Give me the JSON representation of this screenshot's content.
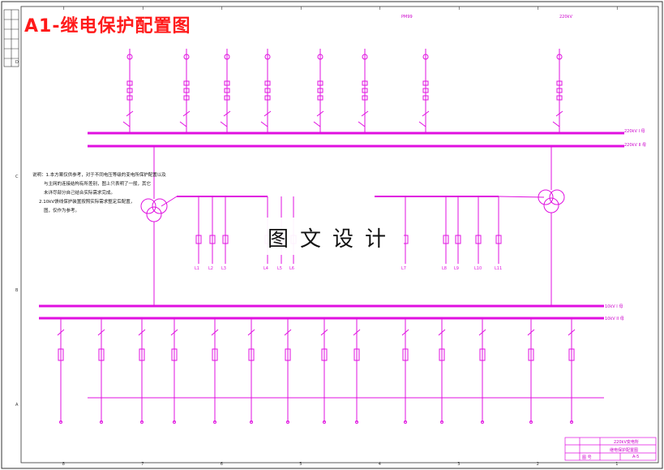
{
  "title": "A1-继电保护配置图",
  "watermark": "图文设计",
  "bus_labels": {
    "hv_bus_1": "220kV  I 母",
    "hv_bus_2": "220kV  II 母",
    "lv_bus_1": "10kV  I 母",
    "lv_bus_2": "10kV  II 母"
  },
  "top_labels": [
    "PM99",
    "220kV"
  ],
  "notes": {
    "line1": "说明：1.本方案仅供参考，对于不同电压等级的变电所保护配置以及",
    "line2": "与主网的连接结构有所差别，图上只表明了一般，其它",
    "line3": "未详尽部分自己结合实际需求完成。",
    "line4": "2.10kV馈线保护装置按照实际需求整定后配置，",
    "line5": "图，仅作为参考。"
  },
  "feeders": [
    "L1",
    "L2",
    "L3",
    "L4",
    "L5",
    "L6",
    "L7",
    "L8",
    "L9",
    "L10",
    "L11"
  ],
  "title_block": {
    "project": "220kV变电所",
    "drawing": "继电保护配置图",
    "sheet_label": "图 号",
    "sheet_no": "A-5"
  },
  "border_ticks": [
    "8",
    "7",
    "6",
    "5",
    "4",
    "3",
    "2",
    "1"
  ],
  "side_ticks": [
    "D",
    "C",
    "B",
    "A"
  ],
  "colors": {
    "diagram": "#e010e0",
    "title": "#ff1a1a",
    "frame": "#333333"
  }
}
